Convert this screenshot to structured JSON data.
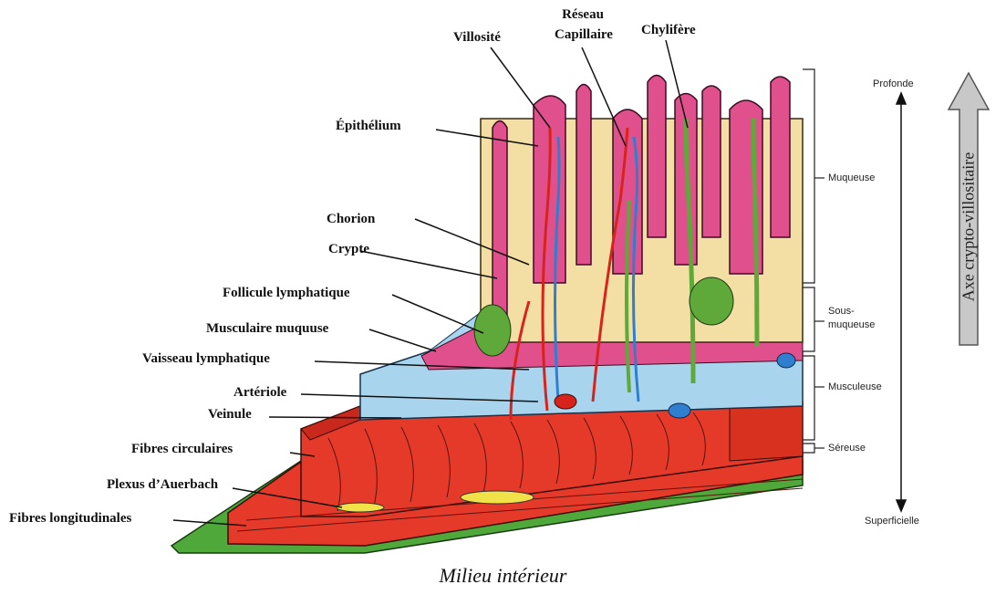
{
  "top_labels": {
    "villosite": "Villosité",
    "reseau_line1": "Réseau",
    "reseau_line2": "Capillaire",
    "chylifere": "Chylifère"
  },
  "left_labels": {
    "epithelium": "Épithélium",
    "chorion": "Chorion",
    "crypte": "Crypte",
    "follicule": "Follicule lymphatique",
    "musculaire_muqueuse": "Musculaire muquuse",
    "vaisseau_lymphatique": "Vaisseau lymphatique",
    "arteriole": "Artériole",
    "veinule": "Veinule",
    "fibres_circulaires": "Fibres circulaires",
    "plexus": "Plexus d’Auerbach",
    "fibres_longitudinales": "Fibres longitudinales"
  },
  "right_layers": {
    "profonde": "Profonde",
    "muqueuse": "Muqueuse",
    "sous_muqueuse_1": "Sous-",
    "sous_muqueuse_2": "muqueuse",
    "musculeuse": "Musculeuse",
    "sereuse": "Séreuse",
    "superficielle": "Superficielle"
  },
  "axis_label": "Axe crypto-villositaire",
  "caption": "Milieu intérieur",
  "colors": {
    "villus_pink": "#e0508c",
    "chorion_cream": "#f3dfa4",
    "submucosa_blue": "#a9d4ee",
    "muscle_red": "#e53a2a",
    "serosa_green": "#4ea83a",
    "artery_red": "#d8231c",
    "vein_blue": "#2f7fd0",
    "lymph_green": "#5fa83a",
    "arrow_grey": "#bdbdbd"
  }
}
